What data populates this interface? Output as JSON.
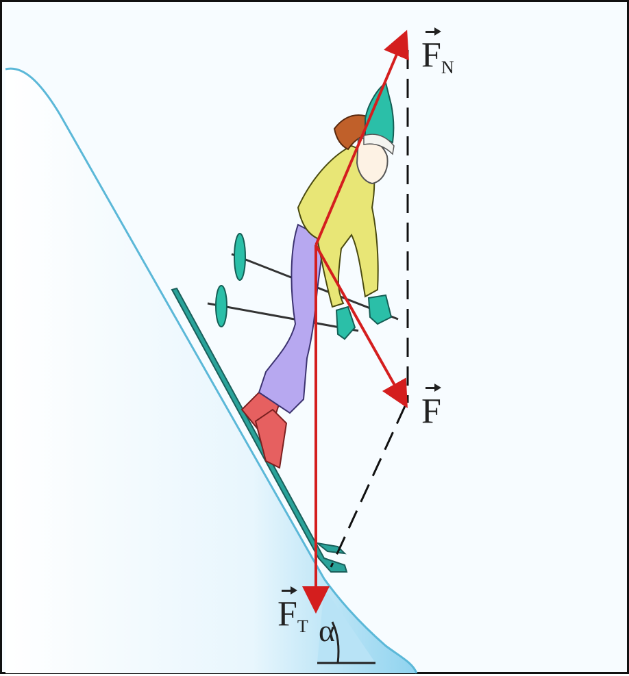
{
  "labels": {
    "fn": {
      "main": "F",
      "sub": "N"
    },
    "f": {
      "main": "F",
      "sub": ""
    },
    "ft": {
      "main": "F",
      "sub": "T"
    },
    "alpha": "α"
  },
  "colors": {
    "force_arrow": "#d41e1e",
    "slope_edge": "#5bb8d8",
    "ski": "#2aa39a",
    "jacket": "#e8e676",
    "pants": "#b7a8f0",
    "boots": "#e66060",
    "hat": "#2bbfa8",
    "hair": "#c0602a"
  }
}
